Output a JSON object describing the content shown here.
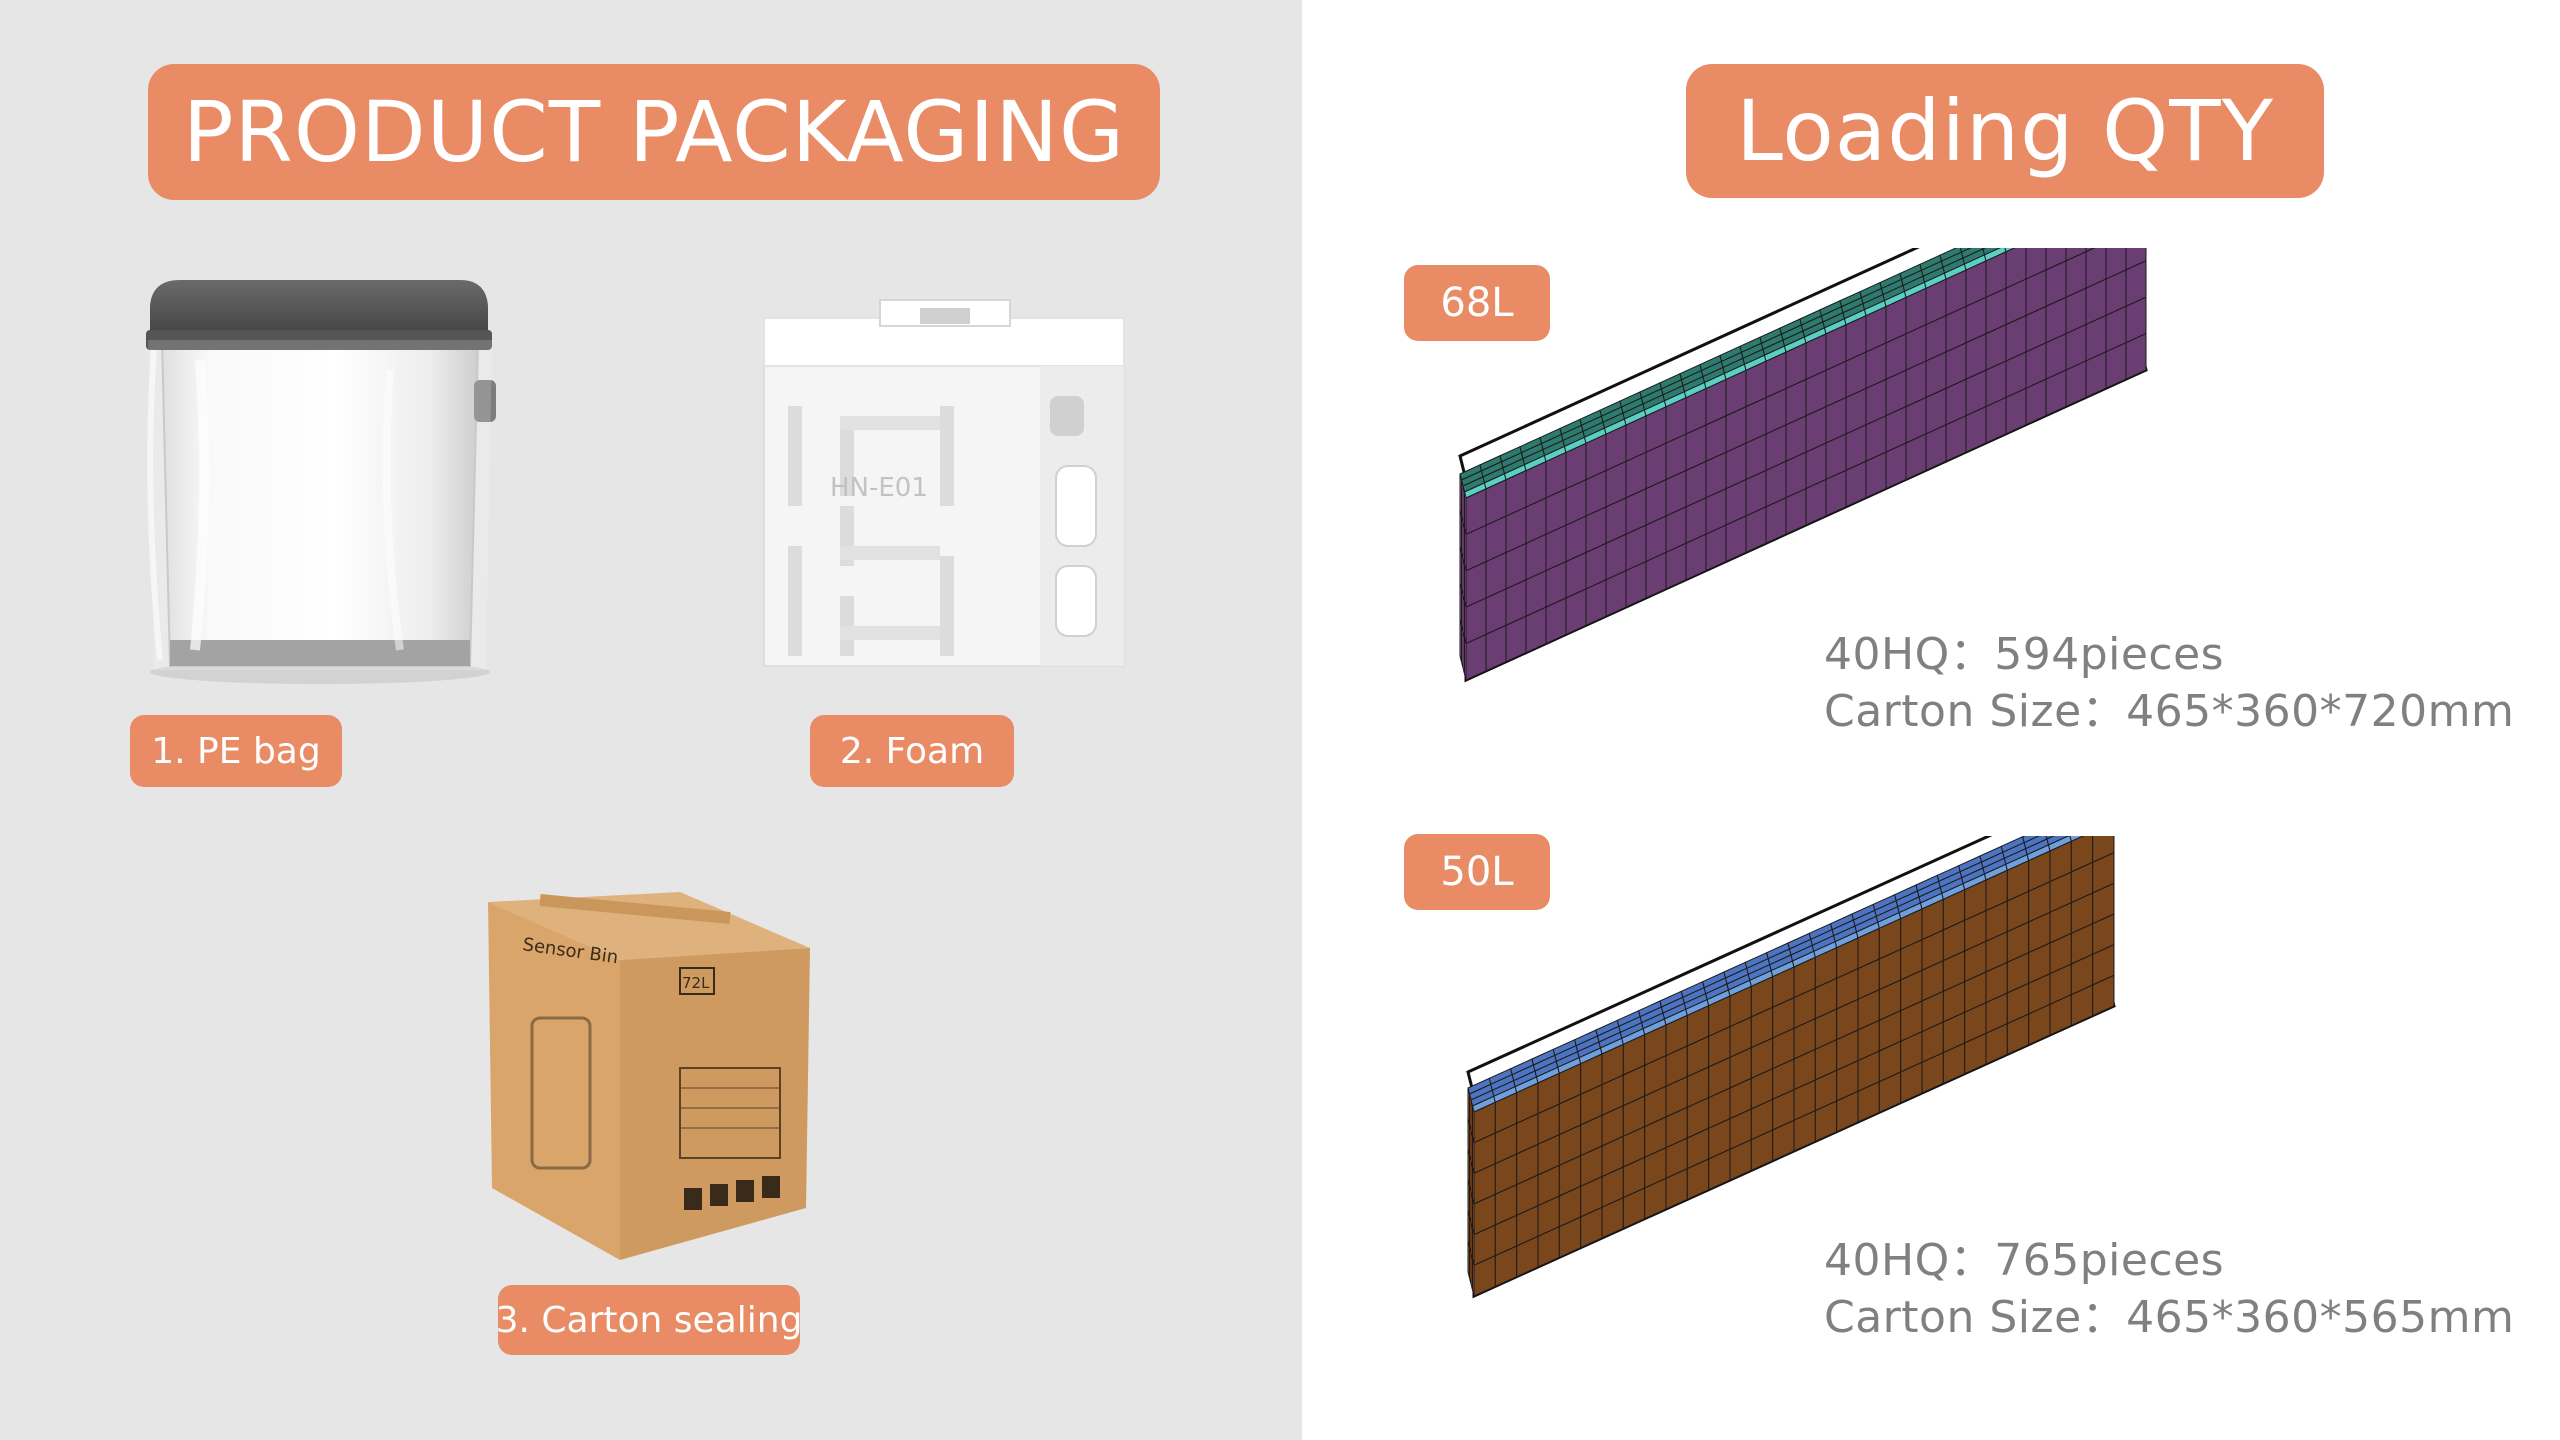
{
  "left": {
    "title": "PRODUCT PACKAGING",
    "steps": [
      {
        "label": "1. PE bag"
      },
      {
        "label": "2. Foam",
        "foam_text": "HN-E01"
      },
      {
        "label": "3. Carton sealing",
        "carton_text": {
          "brand": "Sensor Bin",
          "size": "72L"
        }
      }
    ]
  },
  "right": {
    "title": "Loading QTY",
    "containers": [
      {
        "size_label": "68L",
        "qty_line": "40HQ：594pieces",
        "carton_line": "Carton Size：465*360*720mm"
      },
      {
        "size_label": "50L",
        "qty_line": "40HQ：765pieces",
        "carton_line": "Carton Size：465*360*565mm"
      }
    ]
  },
  "colors": {
    "accent": "#e98c66",
    "left_background": "#e6e6e6",
    "right_background": "#ffffff",
    "spec_text": "#808080",
    "cube68_top": "#2f7a6f",
    "cube68_top_edge": "#5ccfc4",
    "cube68_side": "#6a3d73",
    "cube68_front": "#a757a8",
    "cube68_marker": "#e8392b",
    "cube50_top": "#4d74c0",
    "cube50_front_top": "#6f9fdc",
    "cube50_side": "#7a461c",
    "cube50_front": "#b45a18"
  }
}
